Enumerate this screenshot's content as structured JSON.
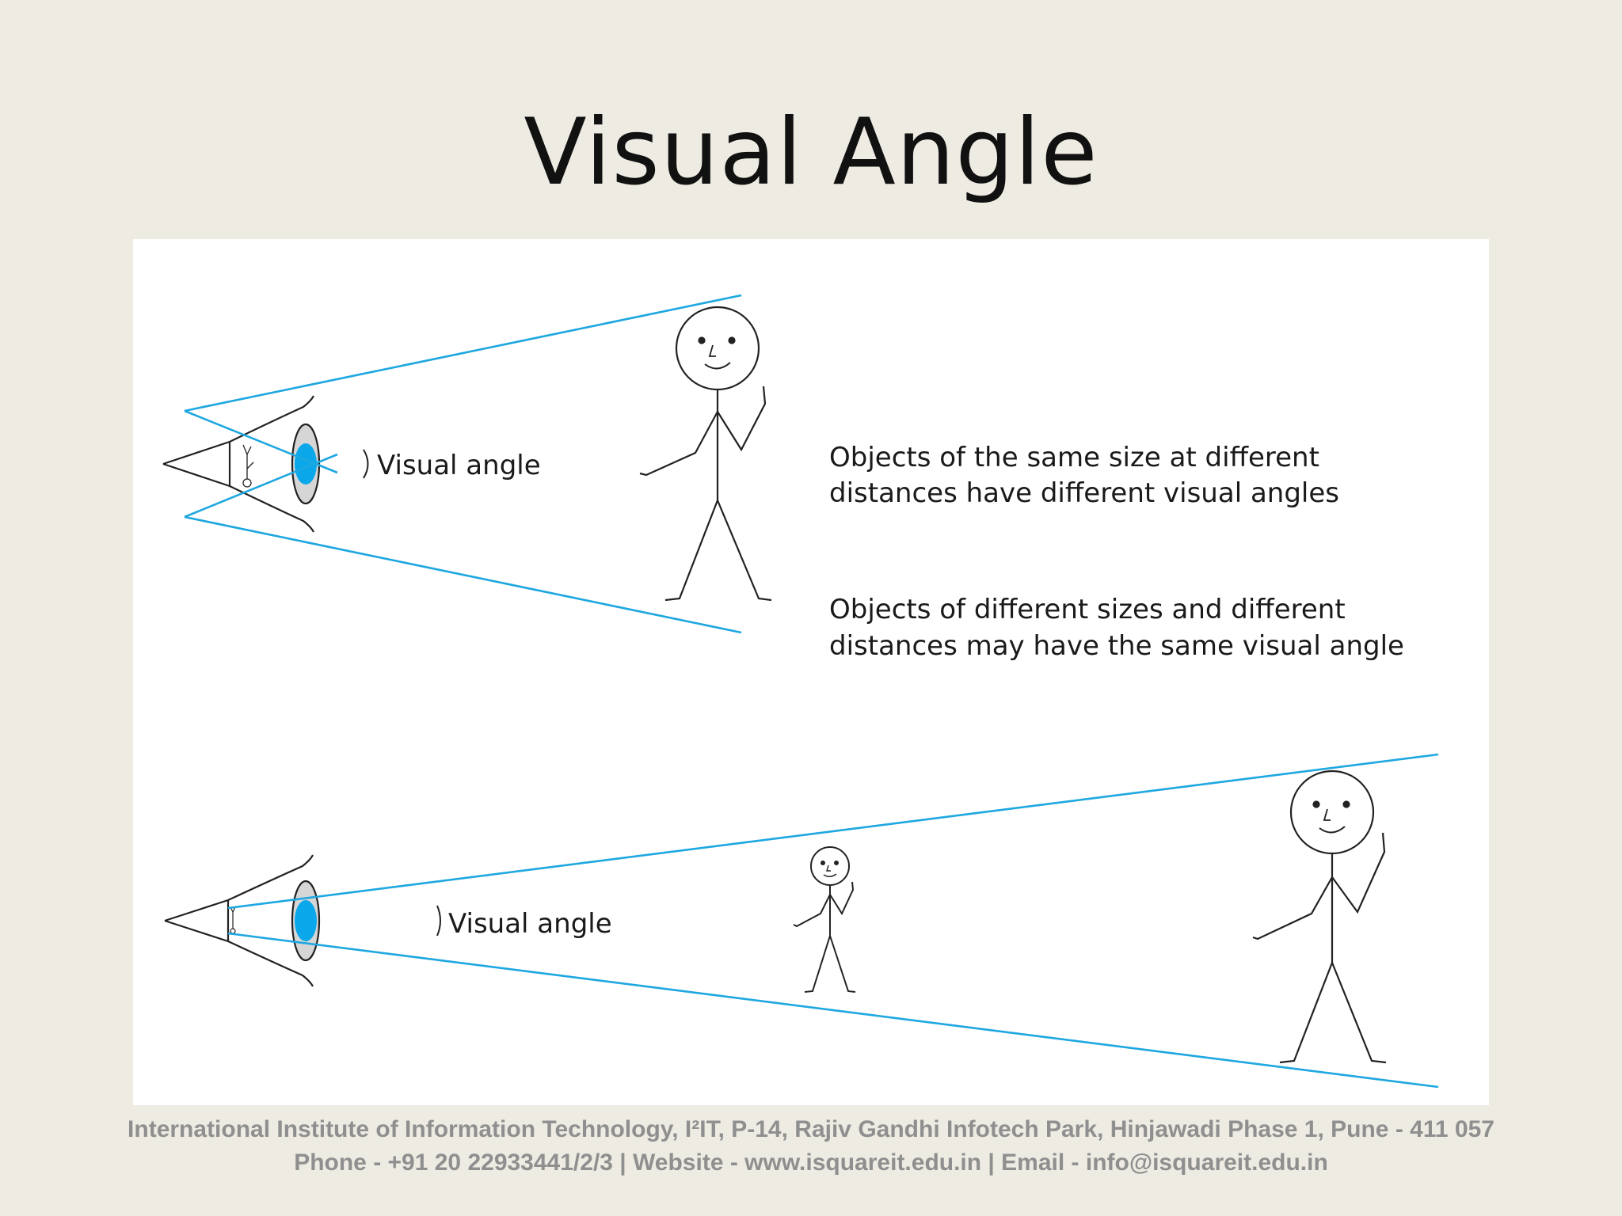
{
  "slide": {
    "title": "Visual Angle"
  },
  "diagram": {
    "top_angle_label": "Visual angle",
    "bottom_angle_label": "Visual angle",
    "caption_1_line_1": "Objects of the same size at different",
    "caption_1_line_2": "distances have different visual angles",
    "caption_2_line_1": "Objects of different sizes and different",
    "caption_2_line_2": "distances may have the same visual angle",
    "colors": {
      "sight_line": "#1ea7e0",
      "pupil": "#0aa7ea",
      "iris": "#d6d6d6",
      "outline": "#222222"
    }
  },
  "footer": {
    "line_1": "International Institute of Information Technology, I²IT, P-14, Rajiv Gandhi Infotech Park, Hinjawadi Phase 1, Pune - 411 057",
    "line_2": "Phone - +91 20 22933441/2/3 | Website - www.isquareit.edu.in | Email - info@isquareit.edu.in"
  }
}
